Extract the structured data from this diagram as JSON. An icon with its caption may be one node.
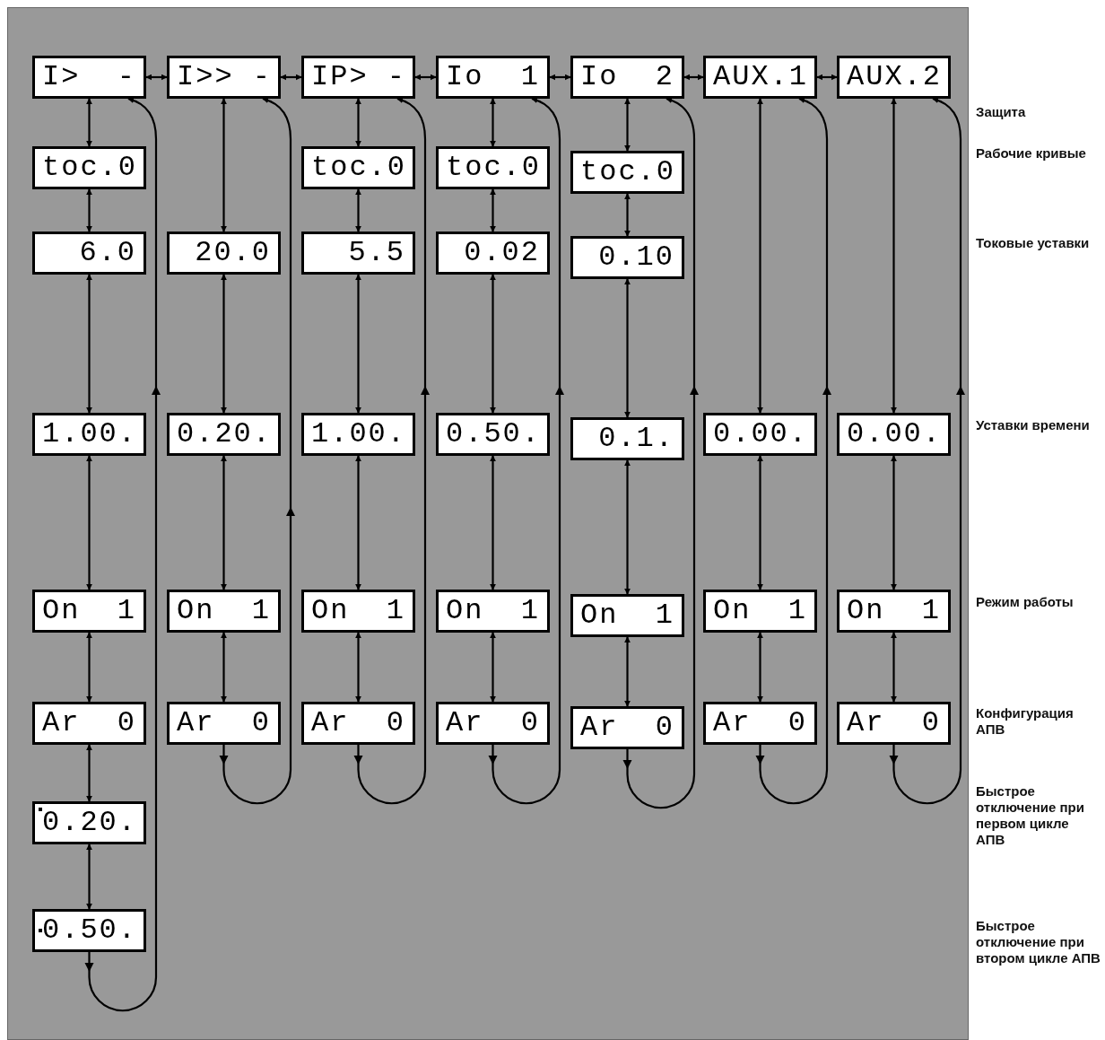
{
  "diagram": {
    "nodes": [
      {
        "text": [
          "I> -"
        ]
      },
      {
        "text": [
          "toc.0"
        ]
      },
      {
        "text": [
          "6.0"
        ]
      },
      {
        "text": [
          "1.00."
        ]
      },
      {
        "text": [
          "On 1"
        ]
      },
      {
        "text": [
          "Ar 0"
        ]
      },
      {
        "text": [
          "0.20."
        ]
      },
      {
        "text": [
          "0.50."
        ]
      },
      {
        "text": [
          "I>> -"
        ]
      },
      {
        "text": [
          "20.0"
        ]
      },
      {
        "text": [
          "0.20."
        ]
      },
      {
        "text": [
          "On 1"
        ]
      },
      {
        "text": [
          "Ar 0"
        ]
      },
      {
        "text": [
          "IP> -"
        ]
      },
      {
        "text": [
          "toc.0"
        ]
      },
      {
        "text": [
          "5.5"
        ]
      },
      {
        "text": [
          "1.00."
        ]
      },
      {
        "text": [
          "On 1"
        ]
      },
      {
        "text": [
          "Ar 0"
        ]
      },
      {
        "text": [
          "Io 1"
        ]
      },
      {
        "text": [
          "toc.0"
        ]
      },
      {
        "text": [
          "0.02"
        ]
      },
      {
        "text": [
          "0.50."
        ]
      },
      {
        "text": [
          "On 1"
        ]
      },
      {
        "text": [
          "Ar 0"
        ]
      },
      {
        "text": [
          "Io 2"
        ]
      },
      {
        "text": [
          "toc.0"
        ]
      },
      {
        "text": [
          "0.10"
        ]
      },
      {
        "text": [
          "0.1."
        ]
      },
      {
        "text": [
          "On 1"
        ]
      },
      {
        "text": [
          "Ar 0"
        ]
      },
      {
        "text": [
          "AUX.1"
        ]
      },
      {
        "text": [
          "0.00."
        ]
      },
      {
        "text": [
          "On 1"
        ]
      },
      {
        "text": [
          "Ar 0"
        ]
      },
      {
        "text": [
          "AUX.2"
        ]
      },
      {
        "text": [
          "0.00."
        ]
      },
      {
        "text": [
          "On 1"
        ]
      },
      {
        "text": [
          "Ar 0"
        ]
      }
    ],
    "edges": [
      {
        "from": 0,
        "to": 8,
        "arrow": "both"
      },
      {
        "from": 8,
        "to": 13,
        "arrow": "both"
      },
      {
        "from": 13,
        "to": 19,
        "arrow": "both"
      },
      {
        "from": 19,
        "to": 25,
        "arrow": "both"
      },
      {
        "from": 25,
        "to": 31,
        "arrow": "both"
      },
      {
        "from": 31,
        "to": 35,
        "arrow": "both"
      },
      {
        "from": 0,
        "to": 1,
        "arrow": "both"
      },
      {
        "from": 1,
        "to": 2,
        "arrow": "both"
      },
      {
        "from": 2,
        "to": 3,
        "arrow": "both"
      },
      {
        "from": 3,
        "to": 4,
        "arrow": "both"
      },
      {
        "from": 4,
        "to": 5,
        "arrow": "both"
      },
      {
        "from": 5,
        "to": 6,
        "arrow": "both"
      },
      {
        "from": 6,
        "to": 7,
        "arrow": "both"
      },
      {
        "from": 7,
        "to": 0,
        "arrow": "to"
      },
      {
        "from": 8,
        "to": 9,
        "arrow": "both"
      },
      {
        "from": 9,
        "to": 10,
        "arrow": "both"
      },
      {
        "from": 10,
        "to": 11,
        "arrow": "both"
      },
      {
        "from": 11,
        "to": 12,
        "arrow": "both"
      },
      {
        "from": 12,
        "to": 8,
        "arrow": "to"
      },
      {
        "from": 13,
        "to": 14,
        "arrow": "both"
      },
      {
        "from": 14,
        "to": 15,
        "arrow": "both"
      },
      {
        "from": 15,
        "to": 16,
        "arrow": "both"
      },
      {
        "from": 16,
        "to": 17,
        "arrow": "both"
      },
      {
        "from": 17,
        "to": 18,
        "arrow": "both"
      },
      {
        "from": 18,
        "to": 13,
        "arrow": "to"
      },
      {
        "from": 19,
        "to": 20,
        "arrow": "both"
      },
      {
        "from": 20,
        "to": 21,
        "arrow": "both"
      },
      {
        "from": 21,
        "to": 22,
        "arrow": "both"
      },
      {
        "from": 22,
        "to": 23,
        "arrow": "both"
      },
      {
        "from": 23,
        "to": 24,
        "arrow": "both"
      },
      {
        "from": 24,
        "to": 19,
        "arrow": "to"
      },
      {
        "from": 25,
        "to": 26,
        "arrow": "both"
      },
      {
        "from": 26,
        "to": 27,
        "arrow": "both"
      },
      {
        "from": 27,
        "to": 28,
        "arrow": "both"
      },
      {
        "from": 28,
        "to": 29,
        "arrow": "both"
      },
      {
        "from": 29,
        "to": 30,
        "arrow": "both"
      },
      {
        "from": 30,
        "to": 25,
        "arrow": "to"
      },
      {
        "from": 31,
        "to": 32,
        "arrow": "both"
      },
      {
        "from": 32,
        "to": 33,
        "arrow": "both"
      },
      {
        "from": 33,
        "to": 34,
        "arrow": "both"
      },
      {
        "from": 34,
        "to": 31,
        "arrow": "to"
      },
      {
        "from": 35,
        "to": 36,
        "arrow": "both"
      },
      {
        "from": 36,
        "to": 37,
        "arrow": "both"
      },
      {
        "from": 37,
        "to": 38,
        "arrow": "both"
      },
      {
        "from": 38,
        "to": 35,
        "arrow": "to"
      }
    ],
    "labels": [
      "Защита",
      "Рабочие кривые",
      "Токовые уставки",
      "Уставки времени",
      "Режим работы",
      "Конфигурация АПВ",
      "Быстрое отключение при первом цикле АПВ",
      "Быстрое отключение при втором цикле АПВ"
    ]
  }
}
